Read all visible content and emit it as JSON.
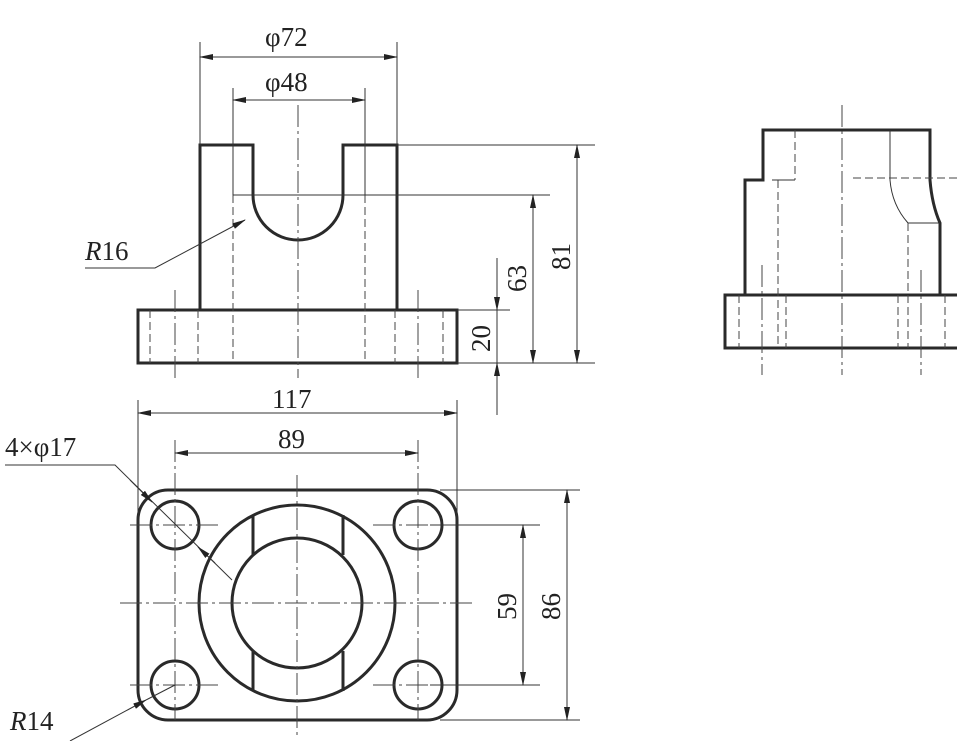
{
  "drawing": {
    "front_view": {
      "dim_outer_diameter": "φ72",
      "dim_inner_diameter": "φ48",
      "dim_slot_radius": "R16",
      "dim_slot_depth_height": "63",
      "dim_total_height": "81",
      "dim_base_thickness": "20"
    },
    "top_view": {
      "dim_overall_length": "117",
      "dim_hole_spacing_x": "89",
      "dim_holes": "4×φ17",
      "dim_hole_spacing_y": "59",
      "dim_overall_width": "86",
      "dim_corner_radius": "R14"
    }
  }
}
